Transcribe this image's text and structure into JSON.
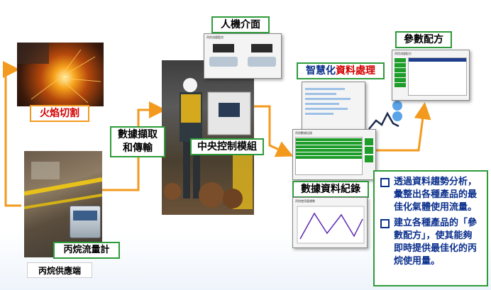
{
  "labels": {
    "hmi": "人機介面",
    "params": "參數配方",
    "smart": "智慧化",
    "smart_hl": "資料處理",
    "flame": "火焰切割",
    "capture": "數據擷取\n和傳輸",
    "central": "中央控制模組",
    "record": "數據資料紀錄",
    "flowmeter": "丙烷流量計",
    "supply": "丙烷供應端"
  },
  "notes": [
    "透過資料趨勢分析，彙整出各種產品的最佳化氣體使用流量。",
    "建立各種產品的「參數配方」，使其能夠即時提供最佳化的丙烷使用量。"
  ],
  "colors": {
    "green_border": "#2e9b3a",
    "orange_arrow": "#f39a1e",
    "flame_text": "#d40000",
    "smart_hl": "#d40000",
    "note_text": "#0a2f8c"
  }
}
